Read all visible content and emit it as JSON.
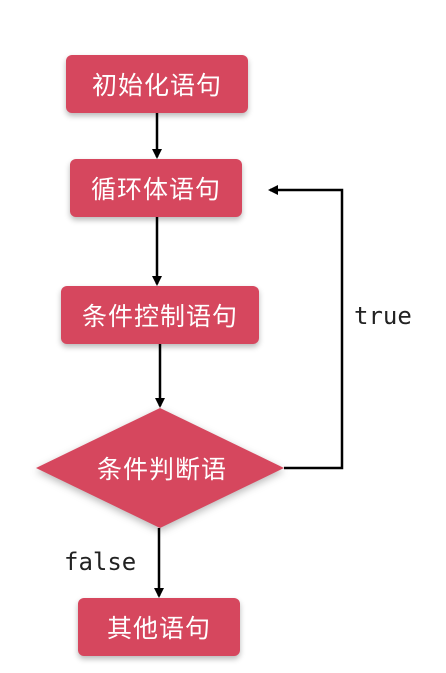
{
  "nodes": {
    "init": "初始化语句",
    "loop_body": "循环体语句",
    "control": "条件控制语句",
    "condition": "条件判断语",
    "other": "其他语句"
  },
  "edges": {
    "true_label": "true",
    "false_label": "false"
  },
  "colors": {
    "node_fill": "#d6475e",
    "node_text": "#ffffff",
    "arrow": "#000000",
    "label_text": "#222222"
  }
}
